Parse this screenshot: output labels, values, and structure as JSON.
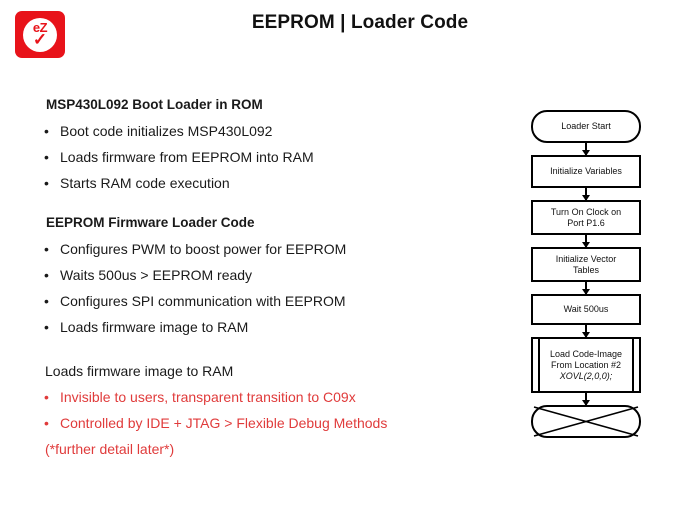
{
  "header": {
    "logo": {
      "name": "ez-logo",
      "text": "eZ",
      "check": "✓",
      "background_color": "#E8131A"
    },
    "title": "EEPROM | Loader Code"
  },
  "content": {
    "section_1": {
      "heading": "MSP430L092 Boot Loader in ROM",
      "bullets": [
        "Boot code initializes MSP430L092",
        "Loads firmware from EEPROM into RAM",
        "Starts RAM code execution"
      ]
    },
    "section_2": {
      "heading": "EEPROM Firmware Loader Code",
      "bullets": [
        "Configures PWM to boost power for EEPROM",
        "Waits 500us > EEPROM ready",
        "Configures SPI communication with EEPROM",
        "Loads firmware image to RAM"
      ]
    },
    "section_3": {
      "plain_line": "Loads firmware image to RAM",
      "bullets": [
        "Invisible to users, transparent transition to C09x",
        "Controlled by IDE + JTAG > Flexible Debug Methods"
      ],
      "note": "(*further detail later*)",
      "accent_color": "#E03B3B"
    },
    "bullet_glyph": "•"
  },
  "flowchart": {
    "nodes": [
      {
        "id": "loader-start",
        "shape": "terminator",
        "label": "Loader Start"
      },
      {
        "id": "initialize-variables",
        "shape": "process",
        "label": "Initialize Variables"
      },
      {
        "id": "turn-on-clock",
        "shape": "process",
        "label": "Turn On Clock on\nPort P1.6"
      },
      {
        "id": "initialize-vector-tables",
        "shape": "process",
        "label": "Initialize Vector\nTables"
      },
      {
        "id": "wait-500us",
        "shape": "process",
        "label": "Wait 500us"
      },
      {
        "id": "load-code-image",
        "shape": "predefined-process",
        "label": "Load Code-Image\nFrom Location #2",
        "code_label": "XOVL(2,0,0);"
      },
      {
        "id": "end-terminator",
        "shape": "terminator-crossed",
        "label": ""
      }
    ]
  }
}
